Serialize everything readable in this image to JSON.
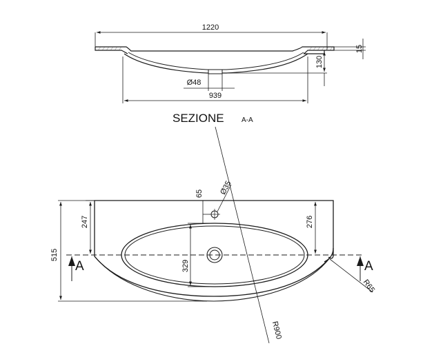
{
  "section_view": {
    "title": "SEZIONE",
    "title_suffix": "A-A",
    "dim_total_width": "1220",
    "dim_rim_thickness": "15",
    "dim_bowl_depth": "130",
    "dim_drain_diameter": "Ø48",
    "dim_bowl_width": "939"
  },
  "plan_view": {
    "dim_overall_depth": "515",
    "dim_back_to_axis": "247",
    "dim_bowl_height": "329",
    "dim_hole_offset": "65",
    "dim_tap_hole": "Ø35",
    "dim_rim_to_axis": "276",
    "dim_front_radius": "R900",
    "dim_corner_radius": "R65",
    "section_label_left": "A",
    "section_label_right": "A"
  }
}
